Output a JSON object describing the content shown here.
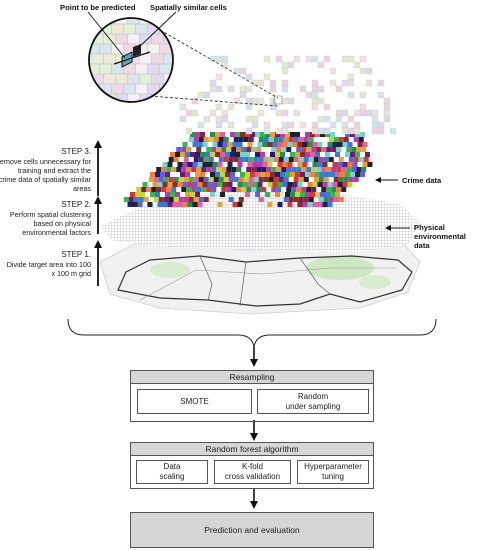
{
  "callouts": {
    "point_to_be_predicted": "Point to be predicted",
    "spatially_similar_cells": "Spatially similar cells"
  },
  "steps": [
    {
      "title": "STEP 3.",
      "lines": [
        "Remove cells unnecessary for",
        "training and extract the",
        "crime data of spatially similar",
        "areas"
      ]
    },
    {
      "title": "STEP 2.",
      "lines": [
        "Perform spatial clustering",
        "based on physical",
        "environmental factors"
      ]
    },
    {
      "title": "STEP 1.",
      "lines": [
        "Divide target area into 100",
        "x 100 m grid"
      ]
    }
  ],
  "layer_labels": {
    "crime": "Crime data",
    "physical": [
      "Physical",
      "environmental data"
    ]
  },
  "resampling": {
    "header": "Resampling",
    "items": [
      [
        "SMOTE"
      ],
      [
        "Random",
        "under sampling"
      ]
    ]
  },
  "random_forest": {
    "header": "Random forest algorithm",
    "items": [
      [
        "Data",
        "scaling"
      ],
      [
        "K-fold",
        "cross validation"
      ],
      [
        "Hyperparameter",
        "tuning"
      ]
    ]
  },
  "final": {
    "label": "Prediction and evaluation"
  },
  "colors": {
    "header_fill": "#d6d6d6",
    "final_fill": "#d6d6d6",
    "line": "#555555",
    "map_green": "#cfe8c4",
    "road": "#333333"
  }
}
